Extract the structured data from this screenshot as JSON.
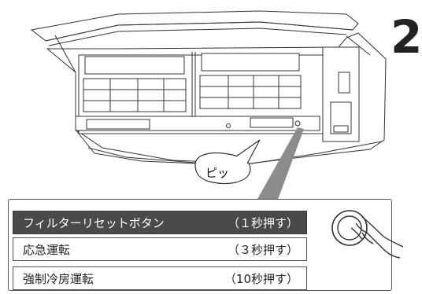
{
  "step_number": "2",
  "sound_bubble": "ピッ",
  "functions": [
    {
      "name": "フィルターリセットボタン",
      "duration": "（１秒押す）"
    },
    {
      "name": "応急運転",
      "duration": "（３秒押す）"
    },
    {
      "name": "強制冷房運転",
      "duration": "（10秒押す）"
    }
  ],
  "colors": {
    "highlight_row": "#4a4a4a",
    "line": "#333333",
    "arrow": "#555555"
  },
  "icons": [
    "air-conditioner-illustration",
    "hand-press-button-icon",
    "arrow-icon"
  ]
}
